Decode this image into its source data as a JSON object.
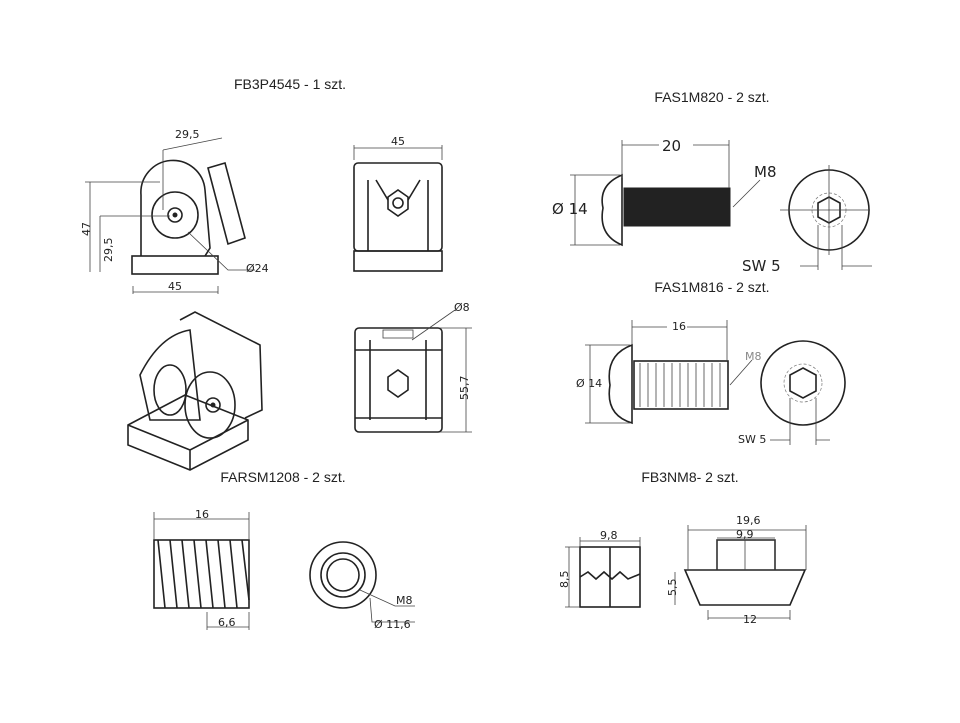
{
  "parts": [
    {
      "title": "FB3P4545 - 1 szt.",
      "dims": [
        "29,5",
        "47",
        "29,5",
        "45",
        "Ø24",
        "45",
        "Ø8",
        "55,7"
      ]
    },
    {
      "title": "FAS1M820 - 2 szt.",
      "dims": [
        "20",
        "M8",
        "Ø 14",
        "SW 5"
      ]
    },
    {
      "title": "FAS1M816 - 2 szt.",
      "dims": [
        "16",
        "M8",
        "Ø 14",
        "SW 5"
      ]
    },
    {
      "title": "FARSM1208 - 2 szt.",
      "dims": [
        "16",
        "6,6",
        "M8",
        "Ø 11,6"
      ]
    },
    {
      "title": "FB3NM8- 2 szt.",
      "dims": [
        "9,8",
        "8,5",
        "19,6",
        "9,9",
        "5,5",
        "12"
      ]
    }
  ]
}
